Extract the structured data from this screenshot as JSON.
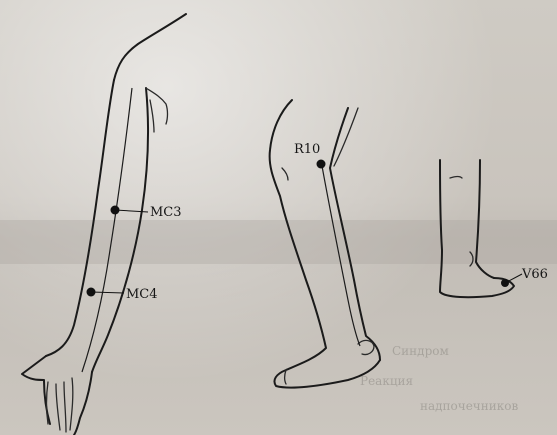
{
  "points": {
    "mc3": "MC3",
    "mc4": "MC4",
    "r10": "R10",
    "v66": "V66"
  },
  "bleed_through": {
    "line_1": "Синдром",
    "line_2": "Реакция",
    "line_3": "надпочечников"
  }
}
